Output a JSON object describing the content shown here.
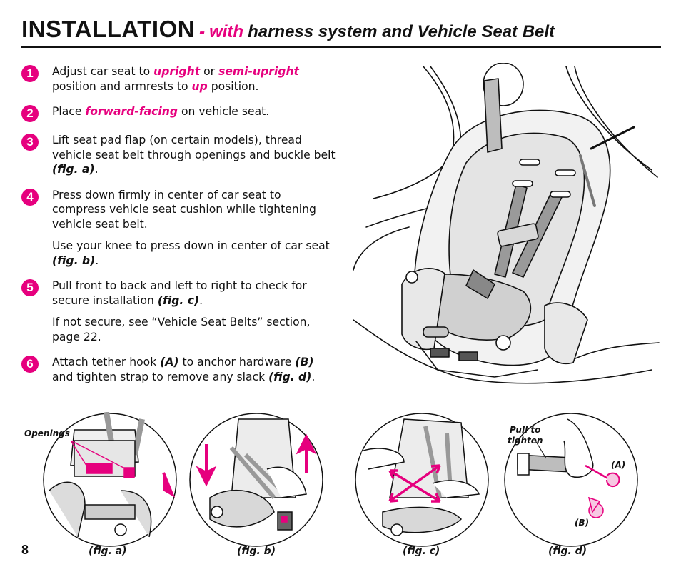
{
  "header": {
    "title_main": "INSTALLATION",
    "title_dash": "-",
    "title_with": "with",
    "title_rest": "harness system and Vehicle Seat Belt"
  },
  "steps": [
    {
      "number": "1",
      "t1": "Adjust car seat to ",
      "k1": "upright",
      "t2": " or ",
      "k2": "semi-upright",
      "t3": " position and armrests to ",
      "k3": "up",
      "t4": " position."
    },
    {
      "number": "2",
      "t1": "Place ",
      "k1": "forward-facing",
      "t2": " on vehicle seat."
    },
    {
      "number": "3",
      "t1": "Lift seat pad flap (on certain models), thread vehicle seat belt through openings and buckle belt ",
      "ref": "(fig. a)",
      "t2": "."
    },
    {
      "number": "4",
      "t1": "Press down firmly in center of car seat to compress vehicle seat cushion while tightening vehicle seat belt.",
      "p2_text": "Use your knee to press down in center of car seat ",
      "p2_ref": "(fig. b)",
      "p2_end": "."
    },
    {
      "number": "5",
      "t1": "Pull front to back and left to right to check for secure installation ",
      "ref": "(fig. c)",
      "t2": ".",
      "p2_text": "If not secure, see “Vehicle Seat Belts” section, page 22."
    },
    {
      "number": "6",
      "t1": "Attach tether hook ",
      "a": "(A)",
      "t2": " to anchor hardware ",
      "b": "(B)",
      "t3": " and tighten strap to remove any slack ",
      "ref": "(fig. d)",
      "t4": "."
    }
  ],
  "figures": {
    "a": {
      "caption": "(fig. a)",
      "callout": "Openings"
    },
    "b": {
      "caption": "(fig. b)"
    },
    "c": {
      "caption": "(fig. c)"
    },
    "d": {
      "caption": "(fig. d)",
      "callout_pull_1": "Pull to",
      "callout_pull_2": "tighten",
      "label_a": "(A)",
      "label_b": "(B)"
    }
  },
  "footer": {
    "page_number": "8"
  },
  "colors": {
    "accent": "#e6007e",
    "text": "#111111"
  }
}
